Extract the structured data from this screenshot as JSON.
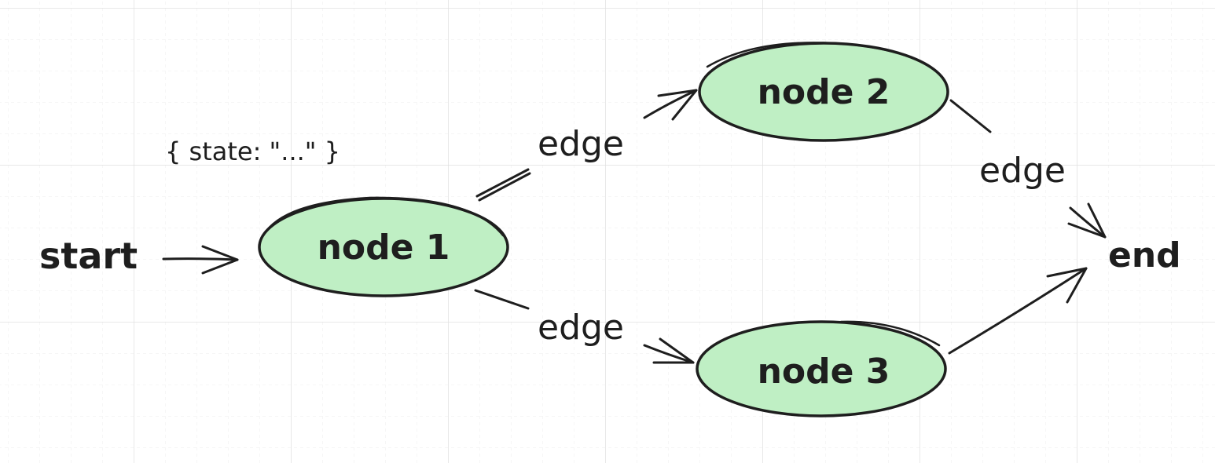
{
  "diagram": {
    "colors": {
      "node_fill": "#bfefc4",
      "ink": "#1e1e1e",
      "grid": "#e3e3e3",
      "background": "#ffffff"
    },
    "start_label": "start",
    "end_label": "end",
    "state_annotation": "{ state: \"...\" }",
    "nodes": [
      {
        "id": "node-1",
        "label": "node 1"
      },
      {
        "id": "node-2",
        "label": "node 2"
      },
      {
        "id": "node-3",
        "label": "node 3"
      }
    ],
    "edges": [
      {
        "from": "node-1",
        "to": "node-2",
        "label": "edge"
      },
      {
        "from": "node-1",
        "to": "node-3",
        "label": "edge"
      },
      {
        "from": "node-2",
        "to": "end",
        "label": "edge"
      },
      {
        "from": "node-3",
        "to": "end",
        "label": ""
      }
    ]
  }
}
